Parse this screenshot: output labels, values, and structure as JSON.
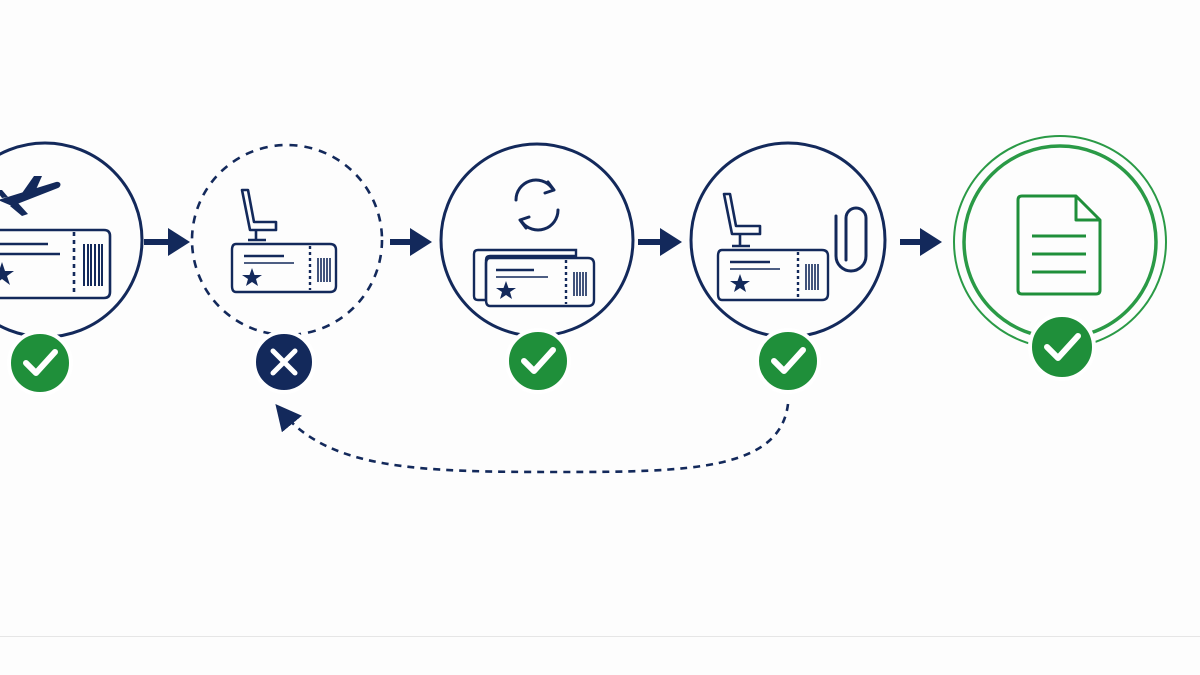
{
  "diagram": {
    "colors": {
      "navy": "#13295b",
      "green": "#1f8f3a",
      "green_ring": "#2a9a46",
      "background": "#fdfdfd",
      "divider": "#e6e6e6"
    },
    "steps": [
      {
        "id": "flight-ticket",
        "icons": [
          "airplane-icon",
          "boarding-pass-icon"
        ],
        "status": "complete",
        "status_icon": "check-icon",
        "ring": "solid"
      },
      {
        "id": "seat-ticket",
        "icons": [
          "seat-icon",
          "boarding-pass-icon"
        ],
        "status": "failed",
        "status_icon": "x-icon",
        "ring": "dashed"
      },
      {
        "id": "reissue-tickets",
        "icons": [
          "refresh-icon",
          "stacked-tickets-icon"
        ],
        "status": "complete",
        "status_icon": "check-icon",
        "ring": "solid"
      },
      {
        "id": "seat-attachment",
        "icons": [
          "seat-icon",
          "boarding-pass-icon",
          "paperclip-icon"
        ],
        "status": "complete",
        "status_icon": "check-icon",
        "ring": "solid"
      },
      {
        "id": "final-document",
        "icons": [
          "document-icon"
        ],
        "status": "complete",
        "status_icon": "check-icon",
        "ring": "double-green"
      }
    ],
    "connectors": [
      "arrow-right-icon",
      "arrow-right-icon",
      "arrow-right-icon",
      "arrow-right-icon"
    ],
    "loopback": {
      "from": "seat-attachment",
      "to": "seat-ticket",
      "style": "dashed-arrow"
    }
  }
}
